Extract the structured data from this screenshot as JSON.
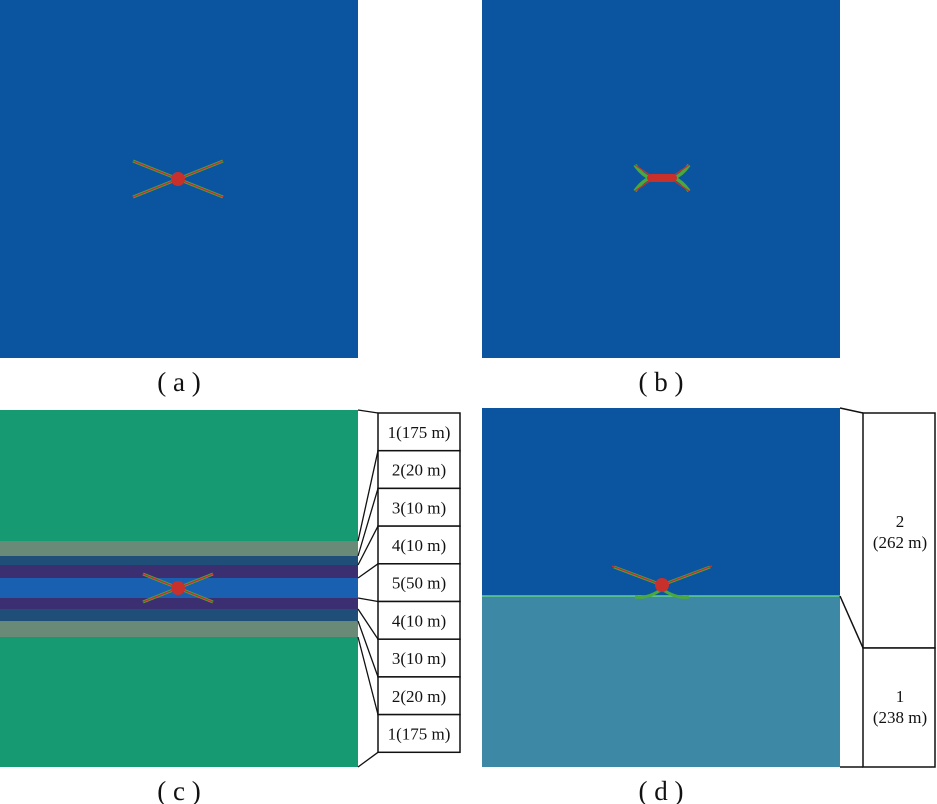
{
  "colors": {
    "model_blue": "#0b55a0",
    "green_layer": "#159a72",
    "grey_layer": "#6a8a78",
    "dark_purple_layer": "#3b2f72",
    "blue_layer": "#1960b0",
    "lower_layer_d": "#3d88a5",
    "fracture_red": "#c8302c",
    "fracture_green": "#4aa83c",
    "ink": "#111111"
  },
  "panels": {
    "a": {
      "caption": "( a )"
    },
    "b": {
      "caption": "( b )"
    },
    "c": {
      "caption": "( c )",
      "layer_labels": [
        "1(175 m)",
        "2(20 m)",
        "3(10 m)",
        "4(10 m)",
        "5(50 m)",
        "4(10 m)",
        "3(10 m)",
        "2(20 m)",
        "1(175 m)"
      ]
    },
    "d": {
      "caption": "( d )",
      "layer_labels": [
        {
          "number": "2",
          "thickness": "(262 m)"
        },
        {
          "number": "1",
          "thickness": "(238 m)"
        }
      ]
    }
  }
}
